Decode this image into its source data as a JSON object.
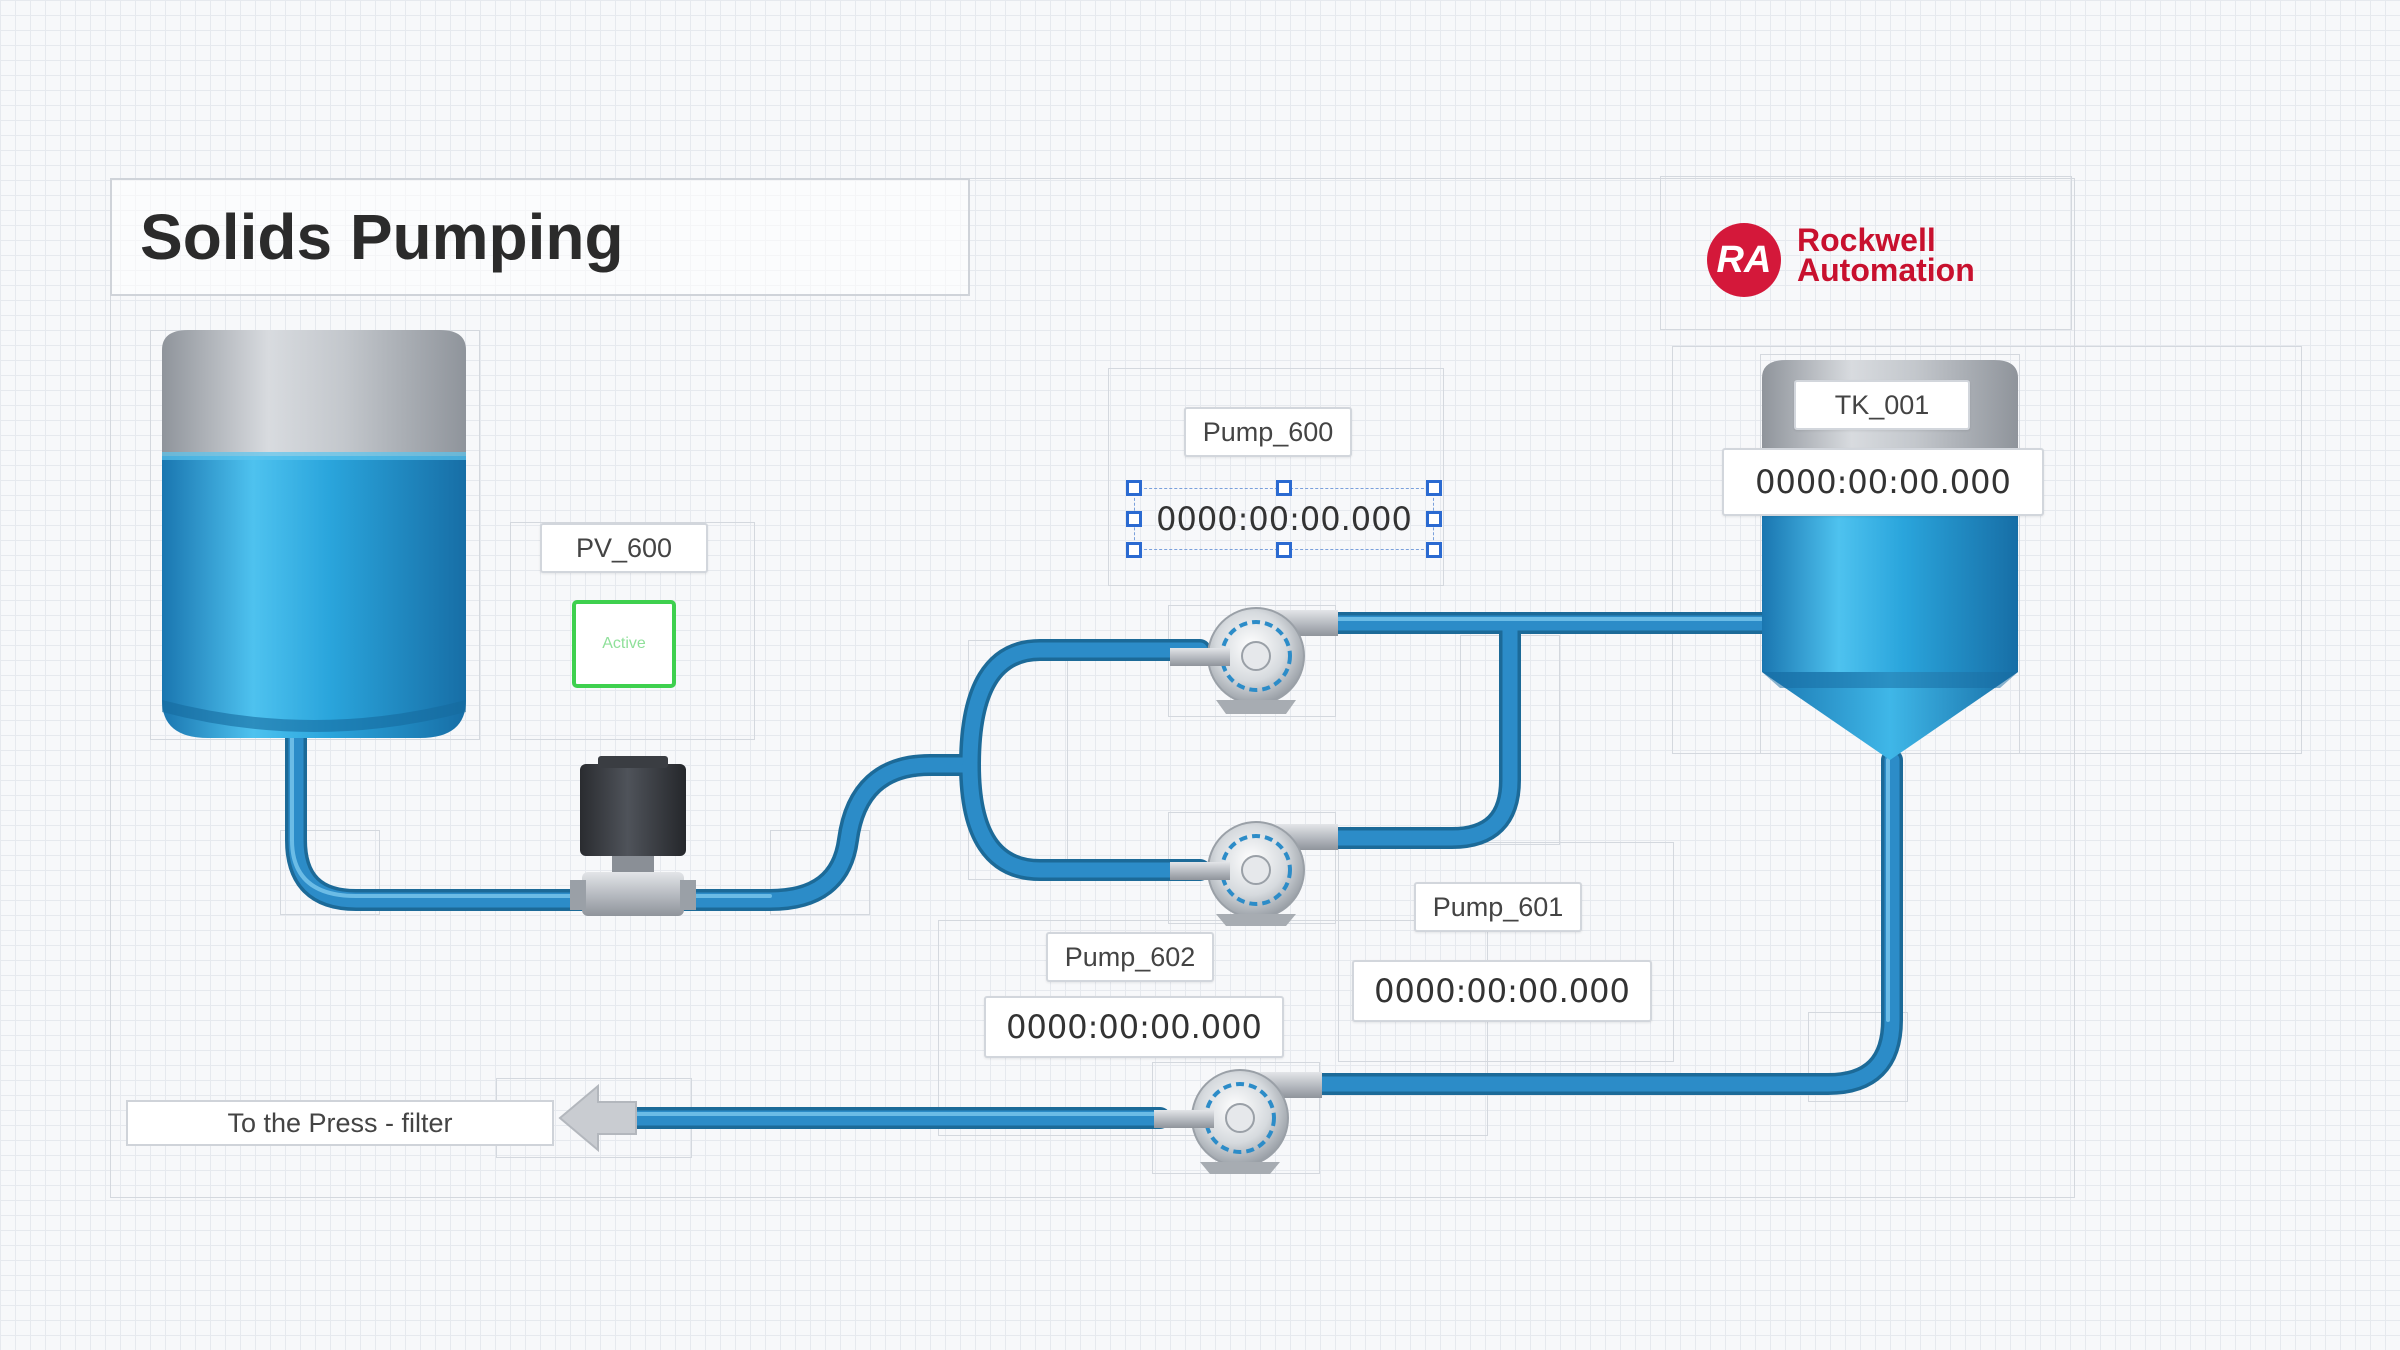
{
  "title": "Solids Pumping",
  "brand": {
    "mark": "RA",
    "line1": "Rockwell",
    "line2": "Automation",
    "color": "#c8102e"
  },
  "valve": {
    "label": "PV_600",
    "status_text": "Active",
    "status_color": "#3ed04e"
  },
  "pumps": {
    "pump_600": {
      "label": "Pump_600",
      "timer": "0000:00:00.000"
    },
    "pump_601": {
      "label": "Pump_601",
      "timer": "0000:00:00.000"
    },
    "pump_602": {
      "label": "Pump_602",
      "timer": "0000:00:00.000"
    }
  },
  "tank": {
    "label": "TK_001",
    "timer": "0000:00:00.000"
  },
  "destination": {
    "label": "To the Press - filter"
  },
  "colors": {
    "pipe": "#2c8cc8",
    "tank_fill": "#2ea6dc",
    "valve_status": "#3ed04e"
  }
}
